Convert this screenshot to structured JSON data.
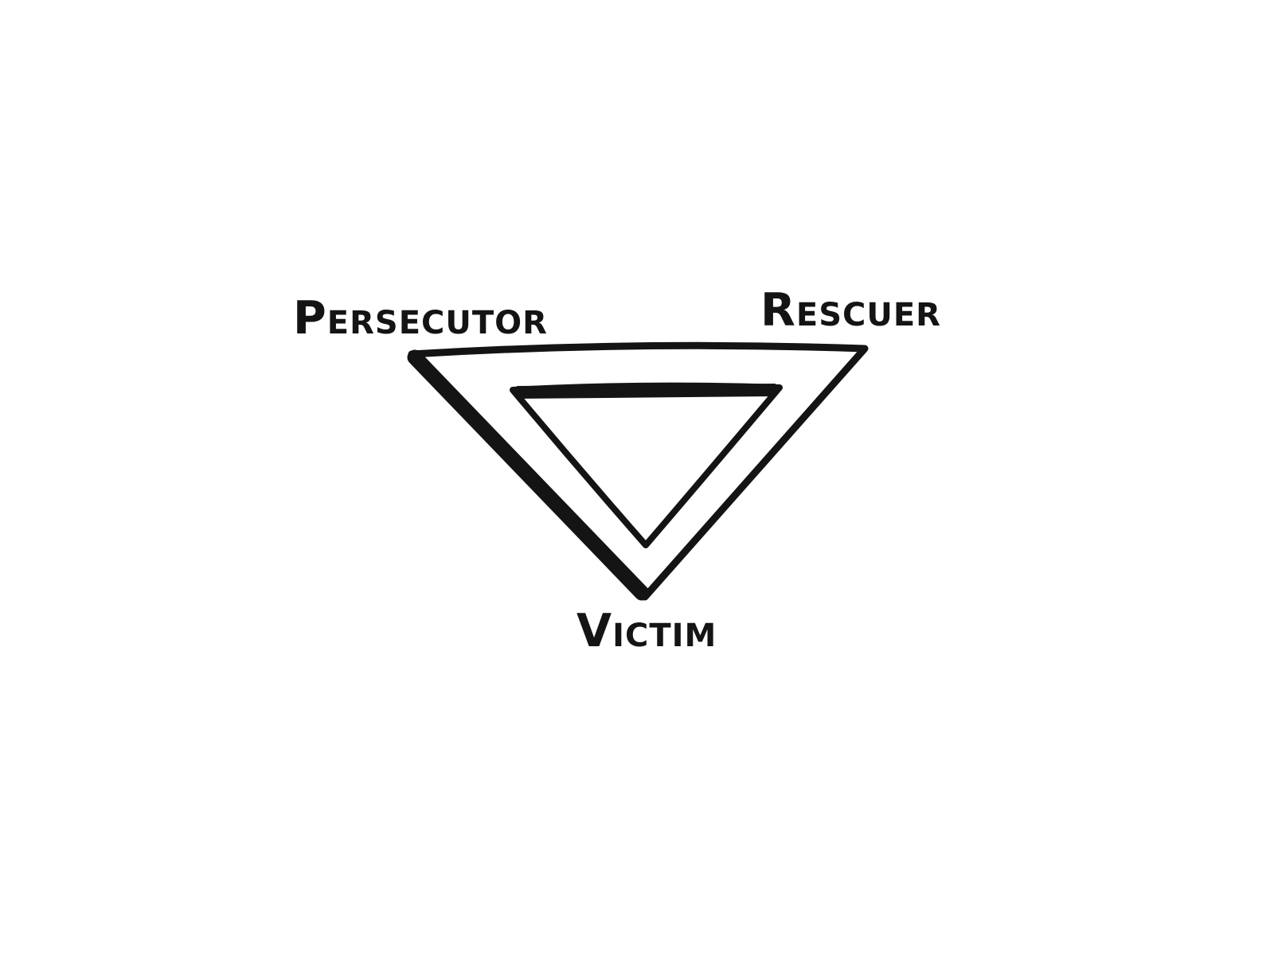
{
  "diagram": {
    "type": "triangle-diagram",
    "shape": "inverted-triangle-double-outline",
    "ink_color": "#141414",
    "background_color": "#ffffff",
    "labels": {
      "top_left": "Persecutor",
      "top_right": "Rescuer",
      "bottom": "Victim"
    }
  }
}
